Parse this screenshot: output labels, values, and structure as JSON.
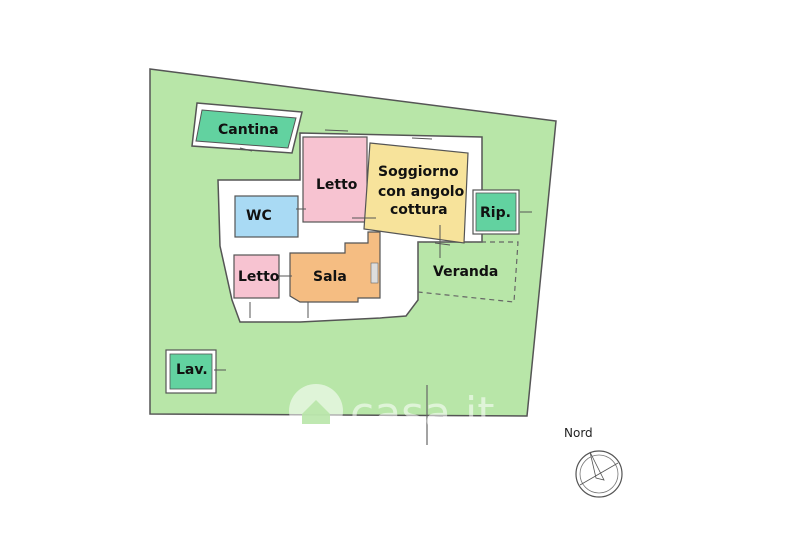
{
  "plan": {
    "rooms": {
      "cantina": "Cantina",
      "letto_top": "Letto",
      "soggiorno_line1": "Soggiorno",
      "soggiorno_line2": "con angolo",
      "soggiorno_line3": "cottura",
      "wc": "WC",
      "rip": "Rip.",
      "letto_bottom": "Letto",
      "sala": "Sala",
      "veranda": "Veranda",
      "lav": "Lav."
    },
    "compass_label": "Nord",
    "watermark": "casa.it"
  },
  "colors": {
    "garden": "#b8e6a8",
    "green_room": "#62d2a0",
    "pink_room": "#f7c3d1",
    "yellow_room": "#f7e39b",
    "blue_room": "#a9daf4",
    "orange_room": "#f5bd82",
    "house_white": "#ffffff",
    "outline": "#444444"
  }
}
